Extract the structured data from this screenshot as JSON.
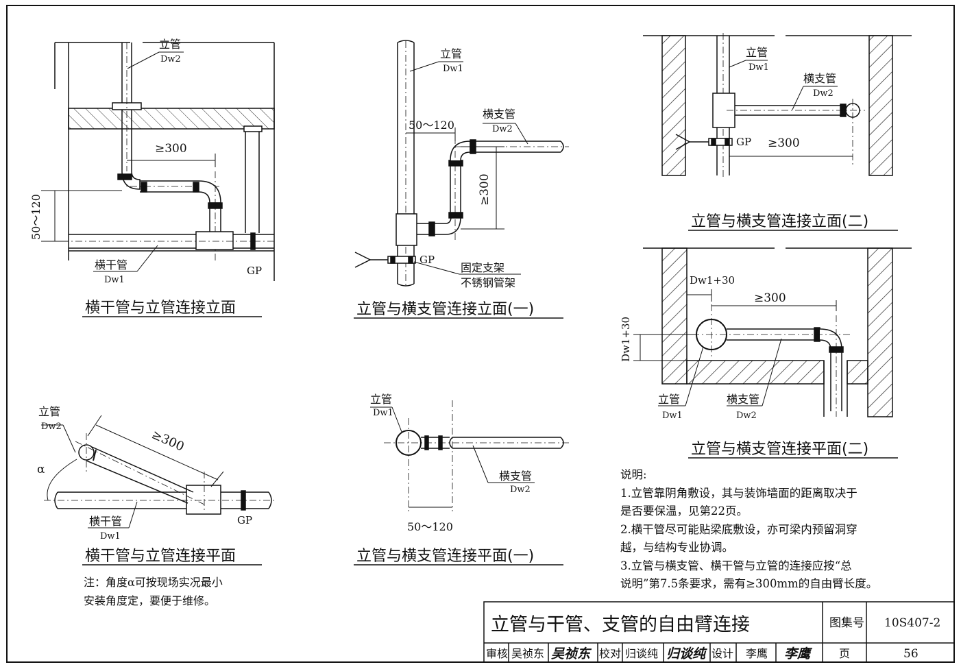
{
  "views": {
    "v1": {
      "caption": "横干管与立管连接立面",
      "riser_label": "立管",
      "riser_sub": "Dw2",
      "main_label": "横干管",
      "main_sub": "Dw1",
      "dim_free_arm": "≥300",
      "dim_offset": "50～120",
      "gp": "GP"
    },
    "v2": {
      "caption": "立管与横支管连接立面(一)",
      "riser_label": "立管",
      "riser_sub": "Dw1",
      "branch_label": "横支管",
      "branch_sub": "Dw2",
      "dim_offset": "50～120",
      "dim_free_arm": "≥300",
      "gp": "GP",
      "support_label_1": "固定支架",
      "support_label_2": "不锈钢管架"
    },
    "v3": {
      "caption": "立管与横支管连接立面(二)",
      "riser_label": "立管",
      "riser_sub": "Dw1",
      "branch_label": "横支管",
      "branch_sub": "Dw2",
      "gp": "GP",
      "dim_free_arm": "≥300"
    },
    "v4": {
      "caption": "立管与横支管连接平面(二)",
      "dim_clear": "Dw1+30",
      "dim_clear_v": "Dw1+30",
      "dim_free_arm": "≥300",
      "riser_label": "立管",
      "riser_sub": "Dw1",
      "branch_label": "横支管",
      "branch_sub": "Dw2"
    },
    "v5": {
      "caption": "横干管与立管连接平面",
      "riser_label": "立管",
      "riser_sub": "Dw2",
      "main_label": "横干管",
      "main_sub": "Dw1",
      "dim_free_arm": "≥300",
      "angle": "α",
      "gp": "GP"
    },
    "v6": {
      "caption": "立管与横支管连接平面(一)",
      "riser_label": "立管",
      "riser_sub": "Dw1",
      "branch_label": "横支管",
      "branch_sub": "Dw2",
      "dim_offset": "50～120"
    }
  },
  "note_left": {
    "line1": "注：角度α可按现场实况最小",
    "line2": "安装角度定，要便于维修。"
  },
  "notes": {
    "heading": "说明:",
    "lines": [
      "1.立管靠阴角敷设，其与装饰墙面的距离取决于",
      "是否要保温，见第22页。",
      "2.横干管尽可能贴梁底敷设，亦可梁内预留洞穿",
      "越，与结构专业协调。",
      "3.立管与横支管、横干管与立管的连接应按“总",
      "说明”第7.5条要求，需有≥300mm的自由臂长度。"
    ]
  },
  "title_block": {
    "title": "立管与干管、支管的自由臂连接",
    "atlas_label": "图集号",
    "atlas_no": "10S407-2",
    "review_label": "审核",
    "reviewer": "吴祯东",
    "reviewer_sign": "吴祯东",
    "check_label": "校对",
    "checker": "归谈纯",
    "checker_sign": "归谈纯",
    "design_label": "设计",
    "designer": "李鹰",
    "designer_sign": "李鹰",
    "page_label": "页",
    "page_no": "56"
  }
}
